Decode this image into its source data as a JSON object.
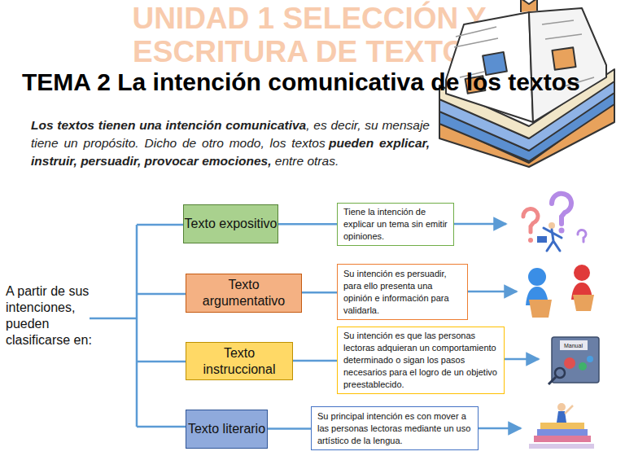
{
  "diagram": {
    "title": "TEMA 2 La intención comunicativa de los textos",
    "nodes": [
      {
        "text": [
          "Texto expositivo"
        ]
      },
      {
        "text": [
          "Tiene la intención de explicar un tema sin emitir opiniones."
        ]
      },
      {
        "text": [
          "Texto argumentativo"
        ]
      },
      {
        "text": [
          "Su intención es persuadir, para ello presenta una opinión e información para validarla."
        ]
      },
      {
        "text": [
          "Texto instruccional"
        ]
      },
      {
        "text": [
          "Su intención es que las personas lectoras adquieran un comportamiento determinado o sigan los pasos necesarios para el logro de un objetivo preestablecido."
        ]
      },
      {
        "text": [
          "Texto literario"
        ]
      },
      {
        "text": [
          "Su principal intención es con mover a las personas lectoras mediante un uso artístico de la lengua."
        ]
      }
    ],
    "edges": [
      {
        "from": 0,
        "to": 1,
        "arrow": "none"
      },
      {
        "from": 2,
        "to": 3,
        "arrow": "none"
      },
      {
        "from": 4,
        "to": 5,
        "arrow": "none"
      },
      {
        "from": 6,
        "to": 7,
        "arrow": "none"
      }
    ],
    "labels": [
      "UNIDAD 1 SELECCIÓN Y ESCRITURA DE TEXTOS",
      "Los textos tienen una intención comunicativa",
      ", es decir, su mensaje tiene un propósito. Dicho de otro modo, los textos",
      "pueden explicar, instruir, persuadir, provocar emociones,",
      "entre otras.",
      "A partir de sus intenciones, pueden clasificarse en:",
      "Manual"
    ]
  }
}
